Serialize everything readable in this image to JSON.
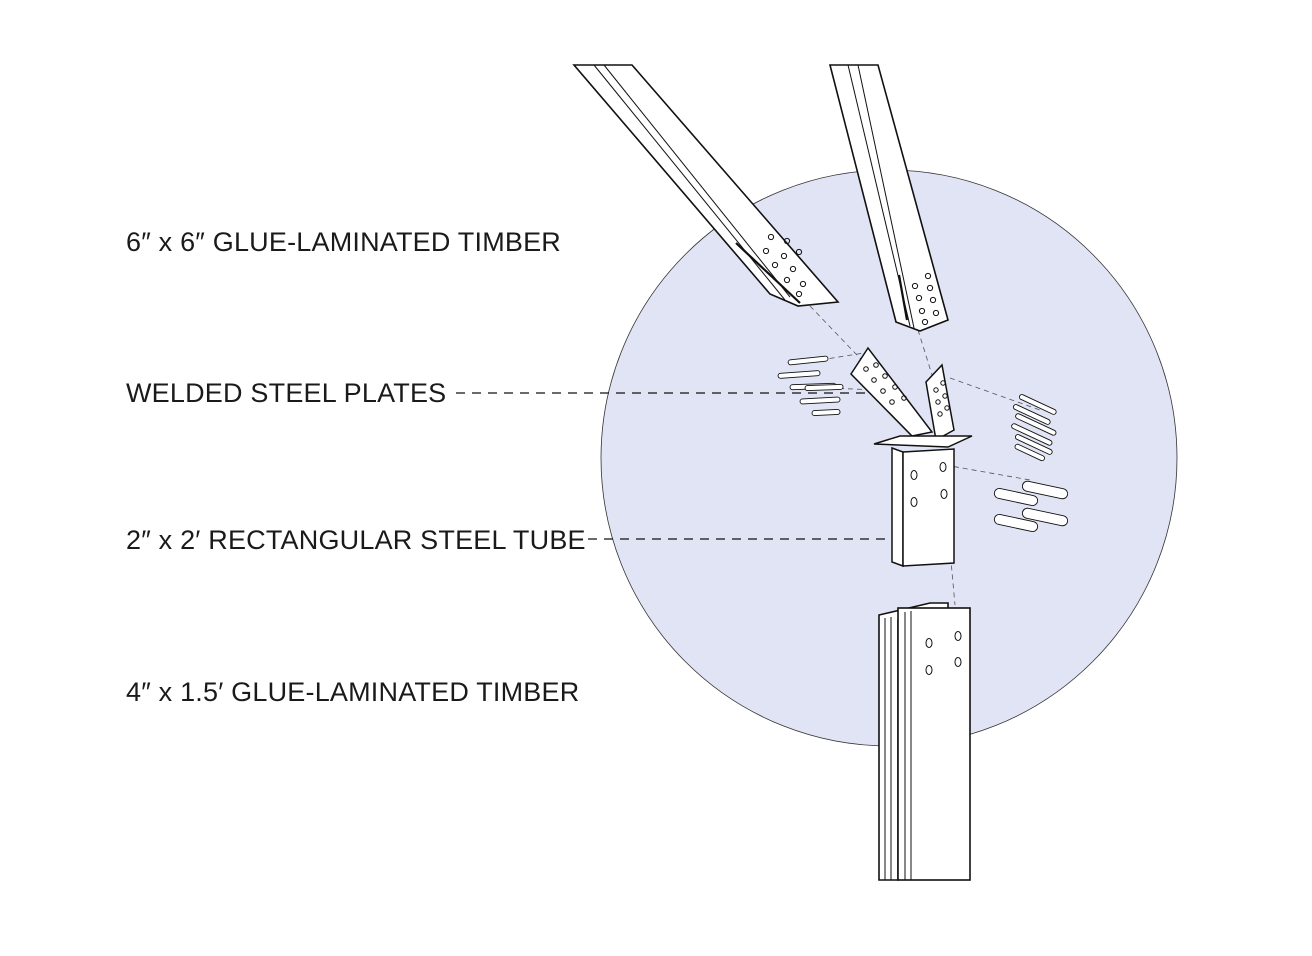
{
  "labels": {
    "timber_top": "6″ x 6″ GLUE-LAMINATED TIMBER",
    "steel_plates": "WELDED STEEL PLATES",
    "steel_tube": "2″ x 2′ RECTANGULAR STEEL TUBE",
    "timber_bottom": "4″ x 1.5′ GLUE-LAMINATED TIMBER"
  },
  "colors": {
    "highlight_circle": "#e0e4f4",
    "line": "#111111",
    "background": "#ffffff"
  }
}
